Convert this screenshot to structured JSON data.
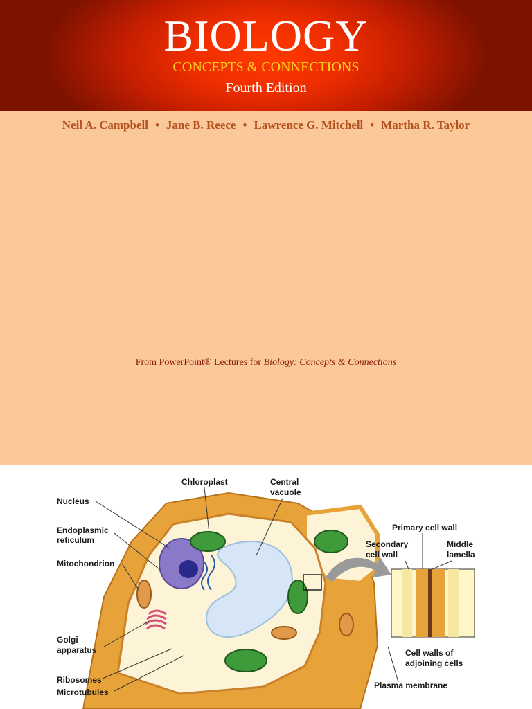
{
  "cover": {
    "title": "BIOLOGY",
    "subtitle": "CONCEPTS & CONNECTIONS",
    "edition": "Fourth Edition",
    "authors": [
      "Neil A. Campbell",
      "Jane B. Reece",
      "Lawrence G. Mitchell",
      "Martha R. Taylor"
    ],
    "author_separator": "•",
    "credit_prefix": "From PowerPoint® Lectures for ",
    "credit_title": "Biology: Concepts & Connections"
  },
  "figure": {
    "labels": {
      "nucleus": "Nucleus",
      "er_line1": "Endoplasmic",
      "er_line2": "reticulum",
      "mitochondrion": "Mitochondrion",
      "golgi_line1": "Golgi",
      "golgi_line2": "apparatus",
      "ribosomes": "Ribosomes",
      "microtubules": "Microtubules",
      "chloroplast": "Chloroplast",
      "vacuole_line1": "Central",
      "vacuole_line2": "vacuole",
      "primary_wall": "Primary cell wall",
      "secondary_line1": "Secondary",
      "secondary_line2": "cell wall",
      "middle_line1": "Middle",
      "middle_line2": "lamella",
      "adjoining_line1": "Cell walls of",
      "adjoining_line2": "adjoining cells",
      "plasma_membrane": "Plasma membrane"
    },
    "colors": {
      "cell_wall": "#e8a23a",
      "cytoplasm": "#fdf3d6",
      "vacuole": "#d6e6f6",
      "chloroplast": "#3f9a3a",
      "nucleus": "#8a78c8",
      "mitochondrion": "#e09a4a"
    }
  }
}
